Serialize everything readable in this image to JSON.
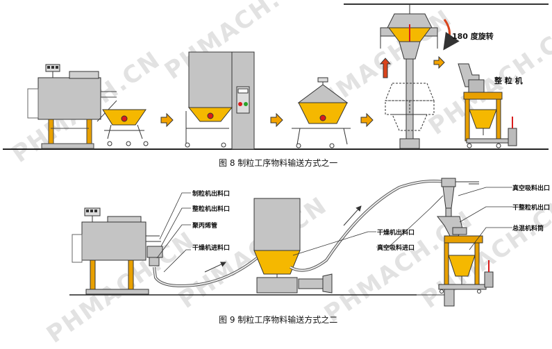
{
  "watermark": "PHMACH.CN",
  "figure8": {
    "caption": "图 8 制粒工序物料输送方式之一",
    "rotation_label": "180 度旋转",
    "granulator_label": "整 粒 机"
  },
  "figure9": {
    "caption": "图 9 制粒工序物料输送方式之二",
    "labels": {
      "granulator_outlet": "制粒机出料口",
      "sizer_outlet": "整粒机出料口",
      "pp_hose": "聚丙烯管",
      "dryer_inlet": "干燥机进料口",
      "dryer_outlet": "干燥机出料口",
      "vacuum_inlet": "真空吸料进口",
      "vacuum_outlet": "真空吸料出口",
      "dry_sizer_outlet": "干整粒机出口",
      "mixer_bin": "总混机料筒"
    }
  },
  "colors": {
    "machine_gray": "#c4c4c4",
    "hopper_yellow": "#f5b800",
    "arrow_orange": "#f3a300",
    "button_red": "#d91c1c",
    "button_green": "#2aa32a",
    "frame_orange": "#e8a000",
    "watermark_gray": "#e2e2e2"
  }
}
